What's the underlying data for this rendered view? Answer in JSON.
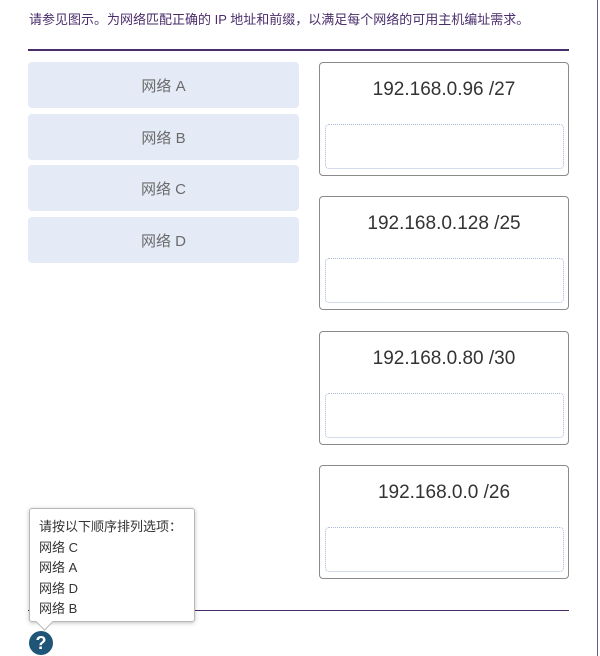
{
  "instruction": "请参见图示。为网络匹配正确的 IP 地址和前缀，以满足每个网络的可用主机编址需求。",
  "drag_items": [
    "网络 A",
    "网络 B",
    "网络 C",
    "网络 D"
  ],
  "targets": [
    "192.168.0.96 /27",
    "192.168.0.128 /25",
    "192.168.0.80 /30",
    "192.168.0.0 /26"
  ],
  "tooltip": {
    "title": "请按以下顺序排列选项：",
    "lines": [
      "网络 C",
      "网络 A",
      "网络 D",
      "网络 B"
    ]
  },
  "help_icon": {
    "icon": "question-circle-icon",
    "glyph": "?"
  },
  "colors": {
    "accent": "#4a2d6b",
    "drag_bg": "#e4ebf7",
    "help_icon": "#1f5577"
  }
}
